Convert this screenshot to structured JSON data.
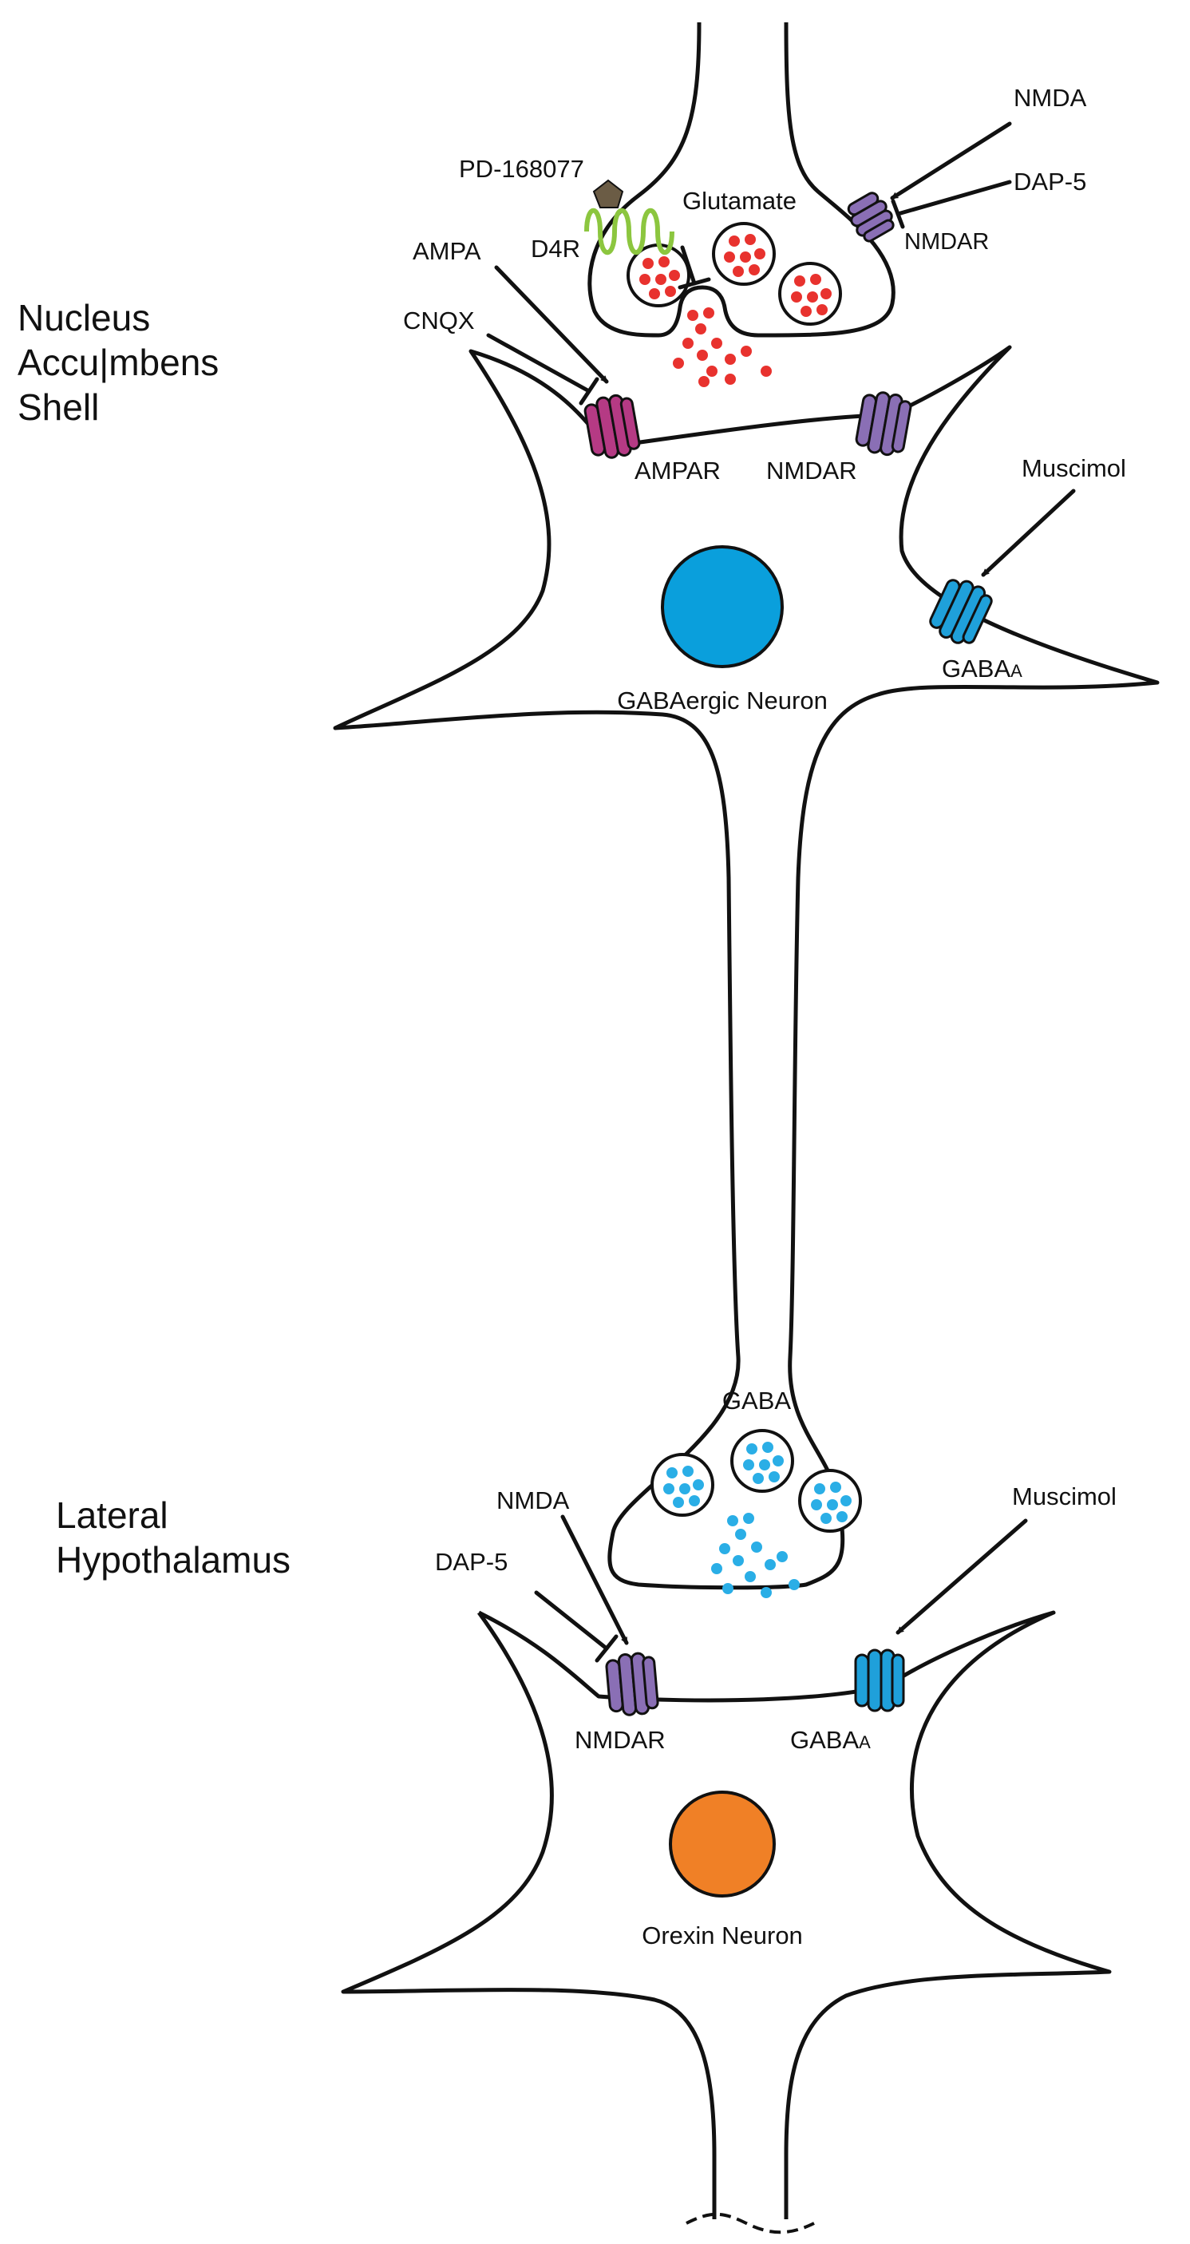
{
  "regions": {
    "nac": "Nucleus\nAccu|mbens\nShell",
    "lh": "Lateral\nHypothalamus"
  },
  "neurons": {
    "gaba": "GABAergic Neuron",
    "orexin": "Orexin Neuron"
  },
  "labels": {
    "pd": "PD-168077",
    "d4r": "D4R",
    "glutamate": "Glutamate",
    "nmda_top": "NMDA",
    "dap5_top": "DAP-5",
    "nmdar_pre": "NMDAR",
    "ampa": "AMPA",
    "cnqx": "CNQX",
    "ampar": "AMPAR",
    "nmdar_post": "NMDAR",
    "muscimol_top": "Muscimol",
    "gabaa_top": "GABA",
    "gabaa_top_sub": "A",
    "gaba_nt": "GABA",
    "nmda_bot": "NMDA",
    "dap5_bot": "DAP-5",
    "nmdar_bot": "NMDAR",
    "muscimol_bot": "Muscimol",
    "gabaa_bot": "GABA",
    "gabaa_bot_sub": "A"
  },
  "colors": {
    "glutamate": "#e8322e",
    "gaba": "#2aaee6",
    "gaba_nucleus": "#0a9fdc",
    "orexin_nucleus": "#f08026",
    "nmdar": "#8a6fb5",
    "ampar": "#b53a84",
    "gabaa": "#1fa0da",
    "d4r": "#8cc63f",
    "pd": "#6b5c45"
  }
}
